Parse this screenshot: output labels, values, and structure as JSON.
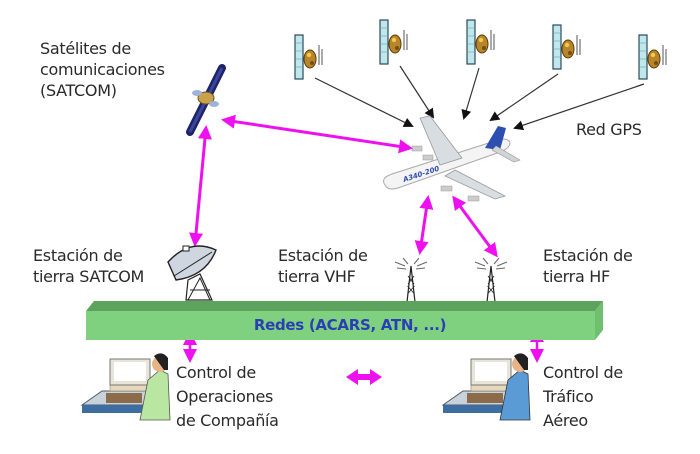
{
  "title": "Sistema de comunicaciones aeronáuticas (ACARS)",
  "labels": {
    "satcom": [
      "Satélites de",
      "comunicaciones",
      "(SATCOM)"
    ],
    "gps": [
      "Red GPS"
    ],
    "ground_satcom": [
      "Estación de",
      "tierra SATCOM"
    ],
    "ground_vhf": [
      "Estación de",
      "tierra VHF"
    ],
    "ground_hf": [
      "Estación de",
      "tierra HF"
    ],
    "networks": "Redes (ACARS, ATN, ...)",
    "airline_ops": [
      "Control de",
      "Operaciones",
      "de Compañía"
    ],
    "atc": [
      "Control de",
      "Tráfico",
      "Aéreo"
    ]
  },
  "aircraft_model": "A340-200",
  "gps_satellite_count": 5,
  "colors": {
    "link_arrow": "#ee10ee",
    "gps_arrow": "#333333",
    "network_bar_front": "#7fd07f",
    "network_bar_top": "#5da35d",
    "network_text": "#2b3fb5"
  }
}
